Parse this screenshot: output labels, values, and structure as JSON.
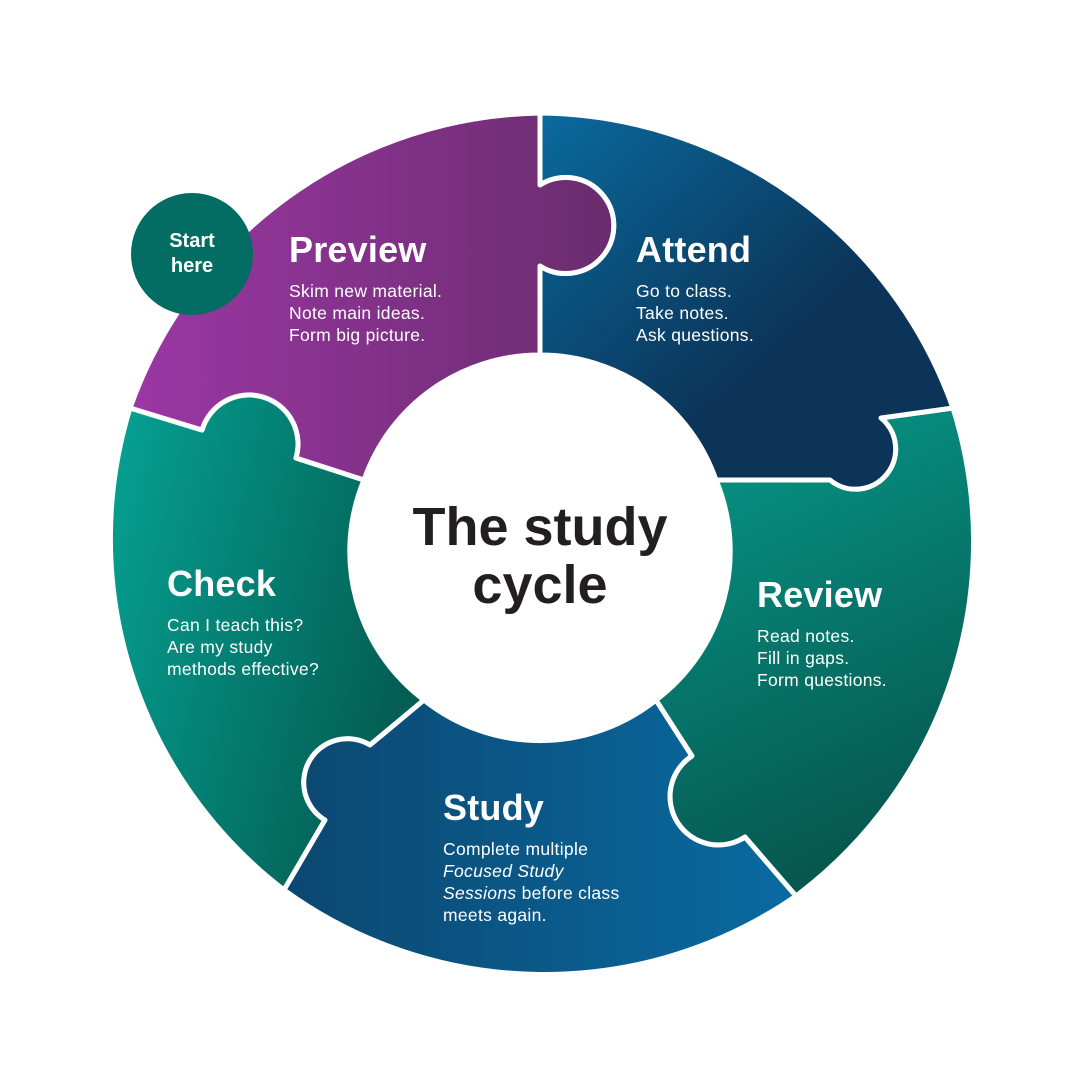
{
  "colors": {
    "preview": [
      "#9b37a4",
      "#6a2c6e"
    ],
    "attend": [
      "#0a6a9e",
      "#0b3458"
    ],
    "review": [
      "#079a8c",
      "#06584f"
    ],
    "study": [
      "#0b4770",
      "#0a6aa1"
    ],
    "check": [
      "#05a394",
      "#045e54"
    ],
    "start": "#046d63"
  },
  "center": {
    "line1": "The study",
    "line2": "cycle"
  },
  "start_badge": {
    "line1": "Start",
    "line2": "here"
  },
  "sections": {
    "preview": {
      "title": "Preview",
      "lines": [
        "Skim new material.",
        "Note main ideas.",
        "Form big picture."
      ]
    },
    "attend": {
      "title": "Attend",
      "lines": [
        "Go to class.",
        "Take notes.",
        "Ask questions."
      ]
    },
    "review": {
      "title": "Review",
      "lines": [
        "Read notes.",
        "Fill in gaps.",
        "Form questions."
      ]
    },
    "study": {
      "title": "Study",
      "line1": "Complete multiple",
      "line2_italic": "Focused Study",
      "line3_italic": "Sessions",
      "line3_rest": " before class",
      "line4": "meets again."
    },
    "check": {
      "title": "Check",
      "lines": [
        "Can I teach this?",
        "Are my study",
        "methods effective?"
      ]
    }
  }
}
